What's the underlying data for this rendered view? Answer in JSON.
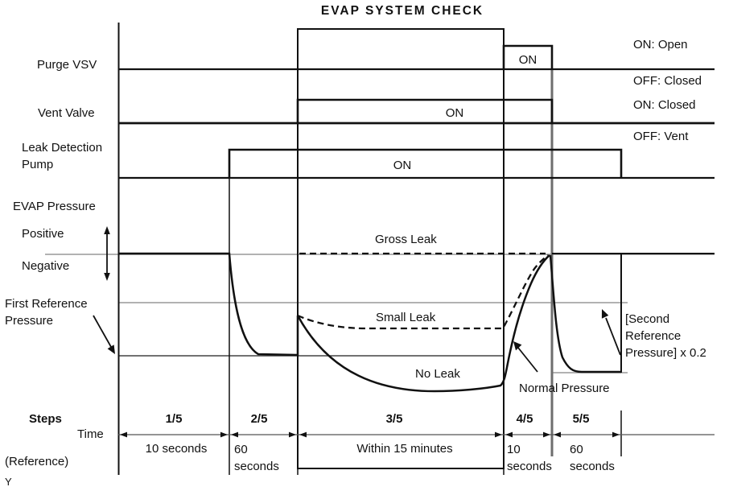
{
  "colors": {
    "ink": "#111111",
    "gray": "#999999"
  },
  "title": "EVAP SYSTEM CHECK",
  "row_labels": {
    "purge_vsv": "Purge VSV",
    "vent_valve": "Vent Valve",
    "leak_pump_line1": "Leak Detection",
    "leak_pump_line2": "Pump",
    "evap_pressure": "EVAP Pressure",
    "positive": "Positive",
    "negative": "Negative",
    "first_ref_line1": "First Reference",
    "first_ref_line2": "Pressure"
  },
  "signal_states": {
    "purge_on": "ON",
    "vent_on": "ON",
    "pump_on": "ON"
  },
  "legend": {
    "purge_on": "ON: Open",
    "purge_off": "OFF: Closed",
    "vent_on": "ON: Closed",
    "vent_off": "OFF: Vent"
  },
  "curves": {
    "gross": "Gross Leak",
    "small": "Small Leak",
    "none": "No Leak",
    "normal": "Normal Pressure",
    "second_ref_line1": "[Second",
    "second_ref_line2": "Reference",
    "second_ref_line3": "Pressure] x 0.2"
  },
  "steps_axis": {
    "steps": "Steps",
    "time": "Time",
    "reference": "(Reference)",
    "items": [
      {
        "step": "1/5",
        "duration": "10 seconds"
      },
      {
        "step": "2/5",
        "duration_line1": "60",
        "duration_line2": "seconds"
      },
      {
        "step": "3/5",
        "duration": "Within 15 minutes"
      },
      {
        "step": "4/5",
        "duration_line1": "10",
        "duration_line2": "seconds"
      },
      {
        "step": "5/5",
        "duration_line1": "60",
        "duration_line2": "seconds"
      }
    ]
  },
  "footer": "Y"
}
